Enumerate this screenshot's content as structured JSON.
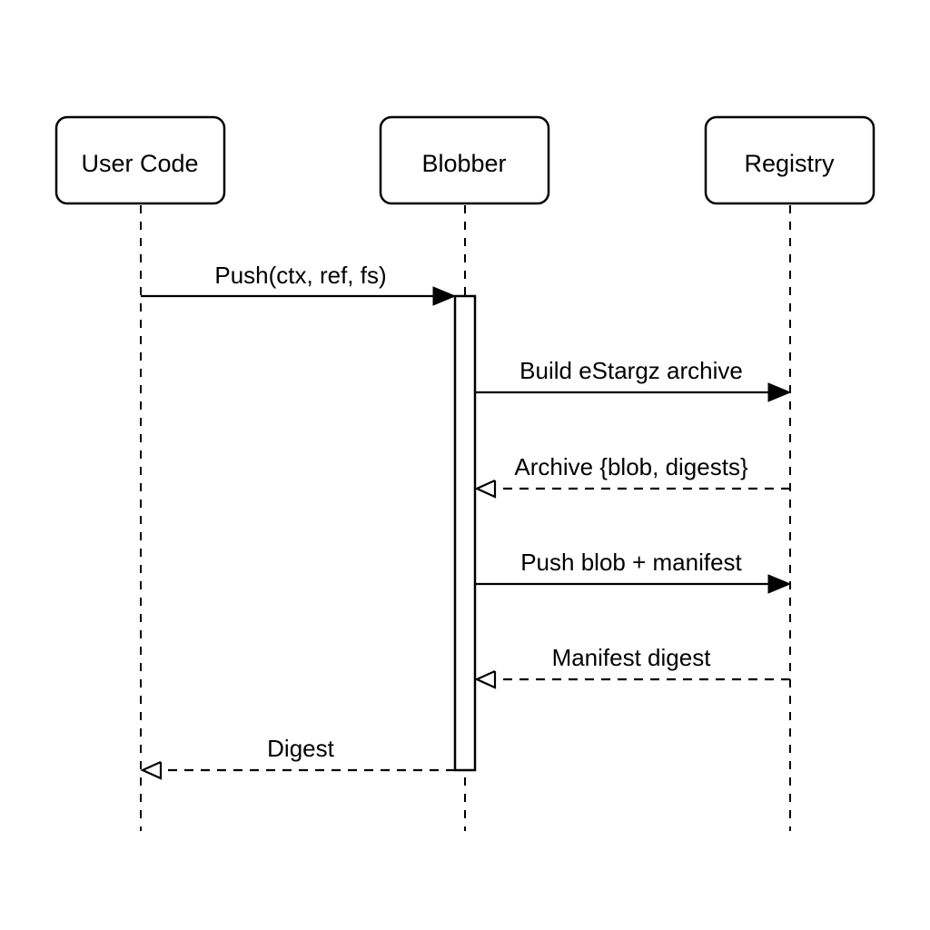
{
  "actors": [
    {
      "id": "user",
      "label": "User Code"
    },
    {
      "id": "blobber",
      "label": "Blobber"
    },
    {
      "id": "registry",
      "label": "Registry"
    }
  ],
  "messages": [
    {
      "from": "user",
      "to": "blobber",
      "label": "Push(ctx, ref, fs)",
      "style": "solid"
    },
    {
      "from": "blobber",
      "to": "registry",
      "label": "Build eStargz archive",
      "style": "solid"
    },
    {
      "from": "registry",
      "to": "blobber",
      "label": "Archive {blob, digests}",
      "style": "dashed"
    },
    {
      "from": "blobber",
      "to": "registry",
      "label": "Push blob + manifest",
      "style": "solid"
    },
    {
      "from": "registry",
      "to": "blobber",
      "label": "Manifest digest",
      "style": "dashed"
    },
    {
      "from": "blobber",
      "to": "user",
      "label": "Digest",
      "style": "dashed"
    }
  ]
}
